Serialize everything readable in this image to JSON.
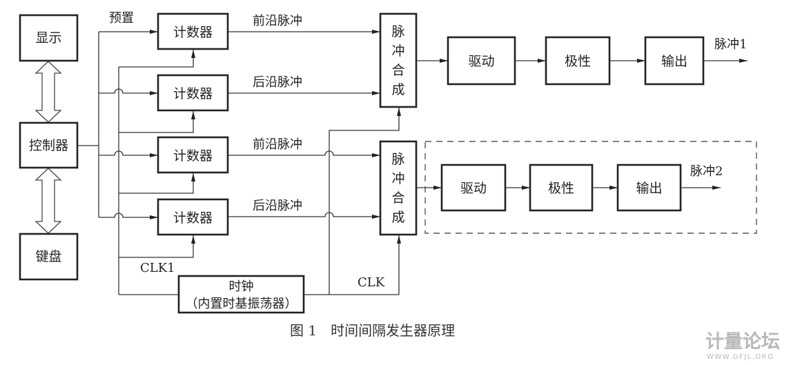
{
  "diagram": {
    "left_column": {
      "display": "显示",
      "controller": "控制器",
      "keyboard": "键盘"
    },
    "preset_label": "预置",
    "counters": [
      {
        "label": "计数器",
        "output_label": "前沿脉冲"
      },
      {
        "label": "计数器",
        "output_label": "后沿脉冲"
      },
      {
        "label": "计数器",
        "output_label": "前沿脉冲"
      },
      {
        "label": "计数器",
        "output_label": "后沿脉冲"
      }
    ],
    "clk1_label": "CLK1",
    "clk_label": "CLK",
    "clock": {
      "line1": "时钟",
      "line2": "（内置时基振荡器）"
    },
    "pulse_synth": {
      "chars": [
        "脉",
        "冲",
        "合",
        "成"
      ]
    },
    "chains": [
      {
        "drive": "驱动",
        "polarity": "极性",
        "output": "输出",
        "output_label": "脉冲1"
      },
      {
        "drive": "驱动",
        "polarity": "极性",
        "output": "输出",
        "output_label": "脉冲2"
      }
    ]
  },
  "caption": "图 1　时间间隔发生器原理",
  "watermark": {
    "title": "计量论坛",
    "url": "WWW.GFJL.ORG"
  }
}
